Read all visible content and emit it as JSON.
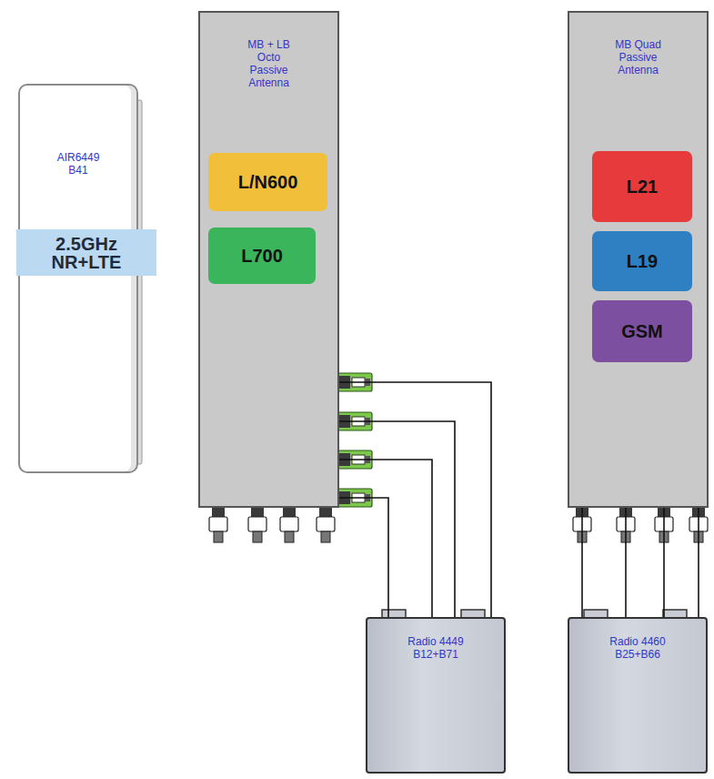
{
  "diagram": {
    "nodes": [
      {
        "text": [
          "AIR6449 B41"
        ]
      },
      {
        "text": [
          "2.5GHz NR+LTE"
        ],
        "in": 0
      },
      {
        "text": [
          "MB + LB Octo Passive Antenna"
        ]
      },
      {
        "text": [
          "L/N600"
        ],
        "in": 2
      },
      {
        "text": [
          "L700"
        ],
        "in": 2
      },
      {
        "text": [
          "MB Quad Passive Antenna"
        ]
      },
      {
        "text": [
          "L21"
        ],
        "in": 5
      },
      {
        "text": [
          "L19"
        ],
        "in": 5
      },
      {
        "text": [
          "GSM"
        ],
        "in": 5
      },
      {
        "text": [
          "Radio 4449 B12+B71"
        ]
      },
      {
        "text": [
          "Radio 4460 B25+B66"
        ]
      }
    ],
    "edges": [
      {
        "from": 9,
        "to": 2,
        "arrow": "none"
      },
      {
        "from": 9,
        "to": 2,
        "arrow": "none"
      },
      {
        "from": 9,
        "to": 2,
        "arrow": "none"
      },
      {
        "from": 9,
        "to": 2,
        "arrow": "none"
      },
      {
        "from": 10,
        "to": 5,
        "arrow": "none"
      },
      {
        "from": 10,
        "to": 5,
        "arrow": "none"
      },
      {
        "from": 10,
        "to": 5,
        "arrow": "none"
      },
      {
        "from": 10,
        "to": 5,
        "arrow": "none"
      }
    ]
  }
}
